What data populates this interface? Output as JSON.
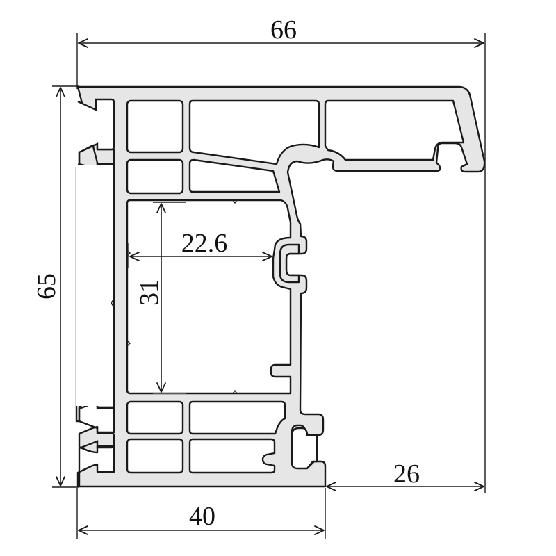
{
  "diagram": {
    "type": "profile-cross-section",
    "colors": {
      "profile_fill": "#e6e6e6",
      "outline": "#1a1a1a",
      "background": "#ffffff"
    },
    "dimensions": {
      "overall_width": {
        "label": "66",
        "orientation": "horizontal",
        "position": "top"
      },
      "overall_height": {
        "label": "65",
        "orientation": "vertical",
        "position": "left"
      },
      "base_width": {
        "label": "40",
        "orientation": "horizontal",
        "position": "bottom"
      },
      "overhang_width": {
        "label": "26",
        "orientation": "horizontal",
        "position": "bottom-right"
      },
      "chamber_width": {
        "label": "22.6",
        "orientation": "horizontal",
        "position": "inner-chamber"
      },
      "chamber_height": {
        "label": "31",
        "orientation": "vertical",
        "position": "inner-chamber"
      }
    }
  }
}
